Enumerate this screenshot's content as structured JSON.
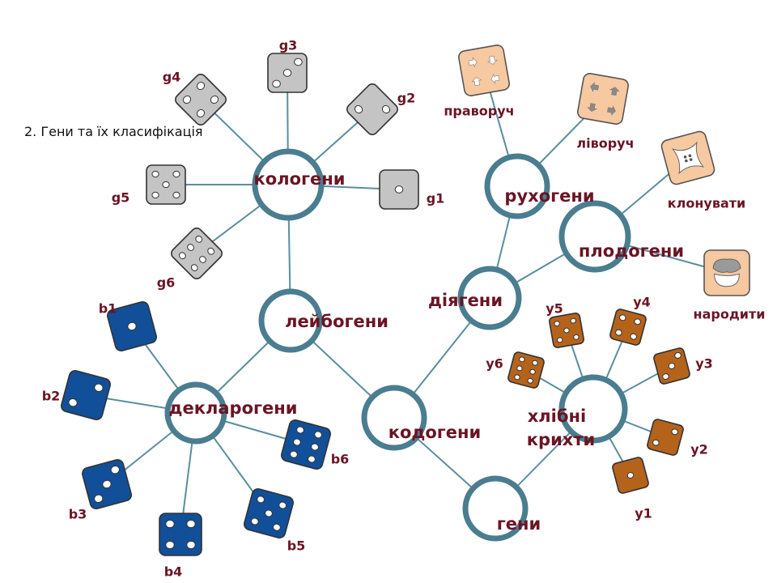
{
  "title": "2. Гени та їх класифікація",
  "colors": {
    "ring": "#4a7d90",
    "link": "#5a8e9e",
    "text": "#6b1424",
    "gray_die": "#c4c4c4",
    "blue_die": "#124f99",
    "brown_die": "#b5631b",
    "peach_die": "#f7c9a1"
  },
  "nodes": {
    "kologeny": "кологени",
    "leibogeny": "лейбогени",
    "deklarogeny": "декларогени",
    "kodogeny": "кодогени",
    "geny": "гени",
    "diyageny": "діягени",
    "rukhogeny": "рухогени",
    "plodogeny": "плодогени",
    "khlibni_line1": "хлібні",
    "khlibni_line2": "крихти"
  },
  "dice_labels": {
    "g1": "g1",
    "g2": "g2",
    "g3": "g3",
    "g4": "g4",
    "g5": "g5",
    "g6": "g6",
    "b1": "b1",
    "b2": "b2",
    "b3": "b3",
    "b4": "b4",
    "b5": "b5",
    "b6": "b6",
    "y1": "y1",
    "y2": "y2",
    "y3": "y3",
    "y4": "y4",
    "y5": "y5",
    "y6": "y6",
    "pravoruch": "праворуч",
    "livoruch": "ліворуч",
    "klonuvaty": "клонувати",
    "narodyty": "народити"
  }
}
